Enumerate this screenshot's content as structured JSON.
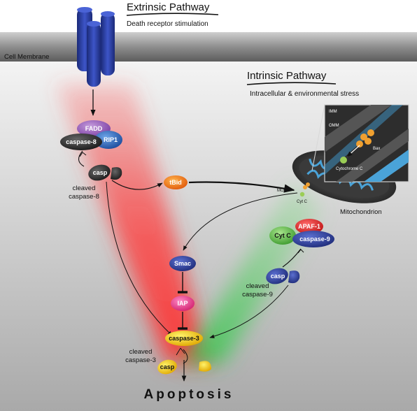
{
  "headings": {
    "extrinsic_title": "Extrinsic Pathway",
    "extrinsic_sub": "Death receptor stimulation",
    "intrinsic_title": "Intrinsic Pathway",
    "intrinsic_sub": "Intracellular & environmental stress"
  },
  "membrane_label": "Cell Membrane",
  "nodes": {
    "fadd": "FADD",
    "caspase8": "caspase-8",
    "rip1": "RIP1",
    "casp_cleaved8": "casp",
    "tbid": "tBid",
    "smac": "Smac",
    "iap": "IAP",
    "caspase3": "caspase-3",
    "cytc": "Cyt C",
    "apaf1": "APAF-1",
    "caspase9": "caspase-9",
    "casp_cleaved9": "casp",
    "casp_cleaved3": "casp"
  },
  "labels": {
    "cleaved8_l1": "cleaved",
    "cleaved8_l2": "caspase-8",
    "cleaved9_l1": "cleaved",
    "cleaved9_l2": "caspase-9",
    "cleaved3_l1": "cleaved",
    "cleaved3_l2": "caspase-3",
    "mitochondrion": "Mitochondrion",
    "momp": "MOMP",
    "cyt_c_small": "Cyt C",
    "imm": "IMM",
    "omm": "OMM",
    "bax": "Bax",
    "cytochrome_c": "Cytochrome C",
    "apoptosis": "Apoptosis"
  }
}
